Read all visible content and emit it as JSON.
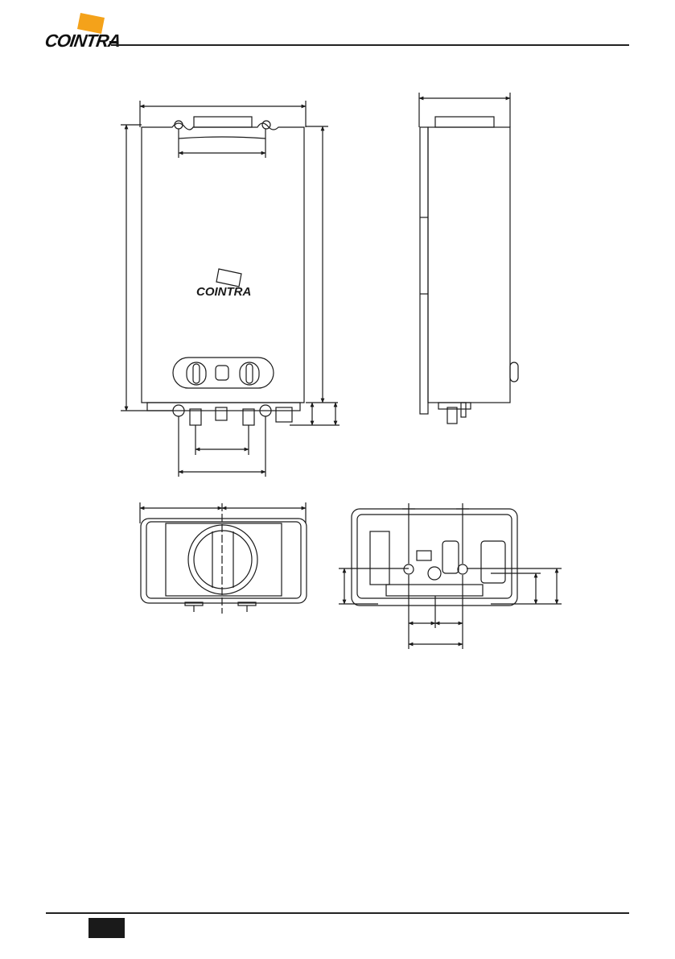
{
  "brand": {
    "name": "COINTRA",
    "accent_color": "#f4a21a",
    "ink_color": "#1a1a1a"
  },
  "views": {
    "front": {
      "logo_text": "COINTRA"
    },
    "side": {},
    "top": {},
    "bottom": {}
  },
  "icons": [
    "cointra-logo",
    "control-knob-icon",
    "pilot-window-icon"
  ]
}
